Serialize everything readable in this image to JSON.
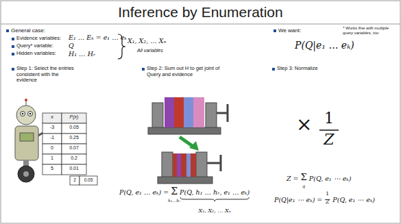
{
  "diagram": {
    "title": "Inference by Enumeration",
    "labels": [
      "General case:",
      "Evidence variables:",
      "E₁ … Eₖ = e₁ … eₖ",
      "Query* variable:",
      "Q",
      "Hidden variables:",
      "H₁ … Hᵣ",
      "X₁, X₂, … Xₙ",
      "All variables",
      "We want:",
      "* Works fine with multiple query variables, too",
      "P(Q|e₁ … eₖ)",
      "Step 1: Select the entries consistent with the evidence",
      "Step 2: Sum out H to get joint of Query and evidence",
      "Step 3: Normalize",
      "x",
      "P(x)",
      "-3",
      "0.05",
      "-1",
      "0.25",
      "0",
      "0.07",
      "1",
      "0.2",
      "5",
      "0.01",
      "2",
      "0.05",
      "×",
      "1",
      "Z",
      "Z =",
      "Σ",
      "q",
      "P(Q, e₁ ⋯ eₖ)",
      "P(Q|e₁ ⋯ eₖ) =",
      "1",
      "Z",
      "P(Q, e₁ ⋯ eₖ)",
      "P(Q, e₁ … eₖ) =",
      "Σ",
      "h₁…hᵣ",
      "P(Q, h₁ … hᵣ, e₁ … eₖ)",
      "X₁, X₂, … Xₙ"
    ]
  }
}
